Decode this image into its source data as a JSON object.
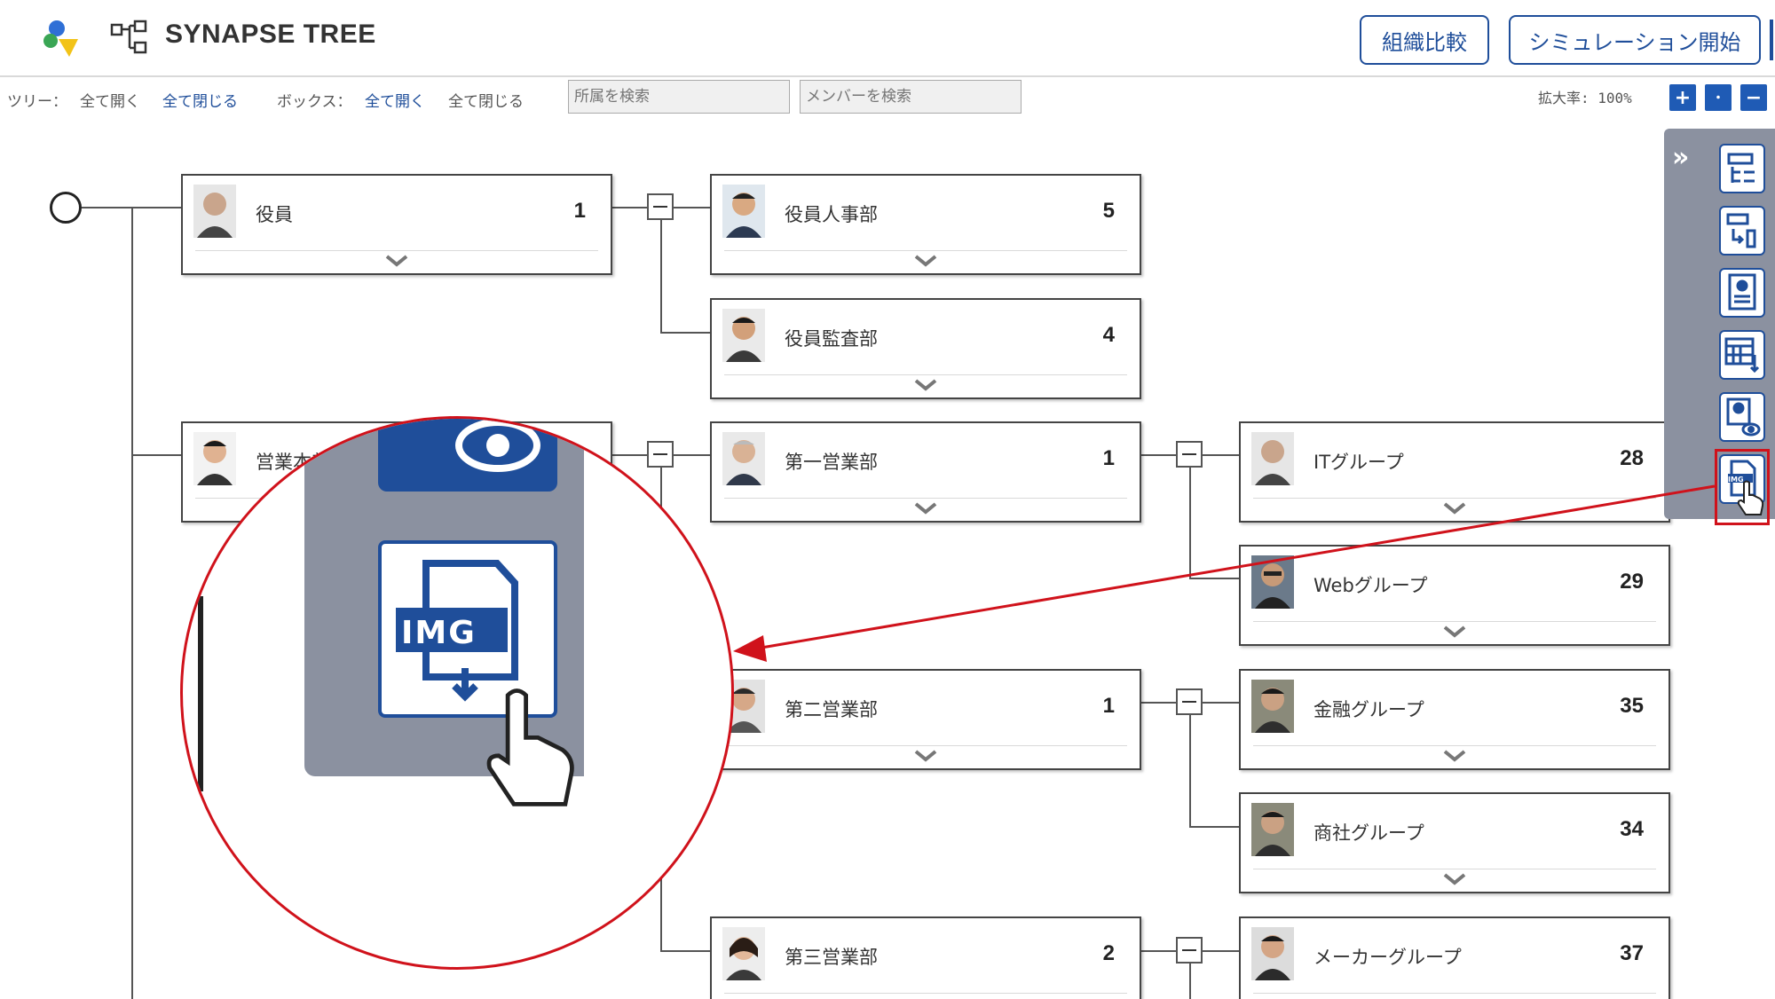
{
  "header": {
    "app_title": "SYNAPSE TREE",
    "compare_button": "組織比較",
    "simulation_button": "シミュレーション開始"
  },
  "toolbar": {
    "tree_label": "ツリー：",
    "tree_expand_all": "全て開く",
    "tree_collapse_all": "全て閉じる",
    "box_label": "ボックス：",
    "box_expand_all": "全て開く",
    "box_collapse_all": "全て閉じる",
    "dept_search_placeholder": "所属を検索",
    "member_search_placeholder": "メンバーを検索",
    "zoom_text": "拡大率: 100%",
    "zoom_in": "+",
    "zoom_reset": "・",
    "zoom_out": "−"
  },
  "tree": {
    "nodes": [
      {
        "label": "役員",
        "count": "1"
      },
      {
        "label": "役員人事部",
        "count": "5"
      },
      {
        "label": "役員監査部",
        "count": "4"
      },
      {
        "label": "営業本部",
        "count": ""
      },
      {
        "label": "第一営業部",
        "count": "1"
      },
      {
        "label": "ITグループ",
        "count": "28"
      },
      {
        "label": "Webグループ",
        "count": "29"
      },
      {
        "label": "第二営業部",
        "count": "1"
      },
      {
        "label": "金融グループ",
        "count": "35"
      },
      {
        "label": "商社グループ",
        "count": "34"
      },
      {
        "label": "第三営業部",
        "count": "2"
      },
      {
        "label": "メーカーグループ",
        "count": "37"
      }
    ]
  },
  "side_panel": {
    "collapse_glyph": "»",
    "img_label": "IMG"
  },
  "magnifier": {
    "img_label": "IMG"
  },
  "colors": {
    "brand_blue": "#1f4e9a",
    "panel_gray": "#8b91a0",
    "highlight_red": "#d0121b"
  }
}
